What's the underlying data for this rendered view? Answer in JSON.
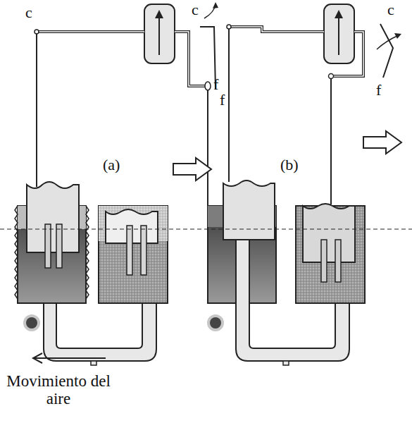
{
  "diagram": {
    "labels": [
      "c",
      "c",
      "f",
      "f",
      "(a)",
      "c",
      "f",
      "(b)",
      "Movimiento del aire"
    ]
  }
}
